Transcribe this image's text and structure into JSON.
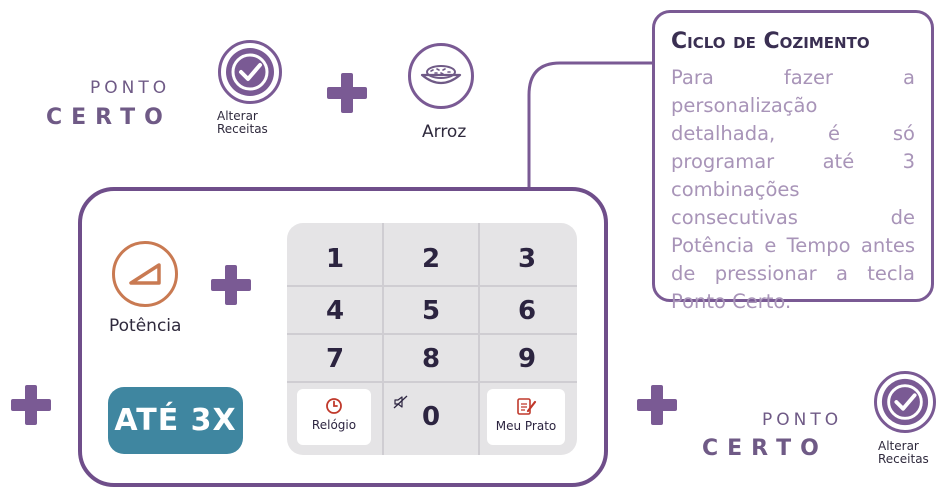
{
  "brand": {
    "top": "PONTO",
    "bottom": "CERTO"
  },
  "top_row": {
    "alter_label_1": "Alterar",
    "alter_label_2": "Receitas",
    "rice_label": "Arroz"
  },
  "callout": {
    "title": "Ciclo de Cozimento",
    "text": "Para fazer a personalização detalhada, é só programar até 3 combinações consecutivas de Potência e Tempo antes de pressionar a tecla Ponto Certo."
  },
  "panel": {
    "power_label": "Potência",
    "badge": "ATÉ 3X",
    "keys": [
      "1",
      "2",
      "3",
      "4",
      "5",
      "6",
      "7",
      "8",
      "9",
      "0"
    ],
    "clock_label": "Relógio",
    "meu_prato_label": "Meu Prato"
  },
  "bottom_right": {
    "alter_label_1": "Alterar",
    "alter_label_2": "Receitas"
  },
  "colors": {
    "accent_purple": "#7a5a94",
    "panel_border": "#6f4e8a",
    "callout_text": "#a894b8",
    "power_ring": "#c97a52",
    "badge_blue": "#3f86a0",
    "keypad_gray": "#e5e4e6"
  }
}
